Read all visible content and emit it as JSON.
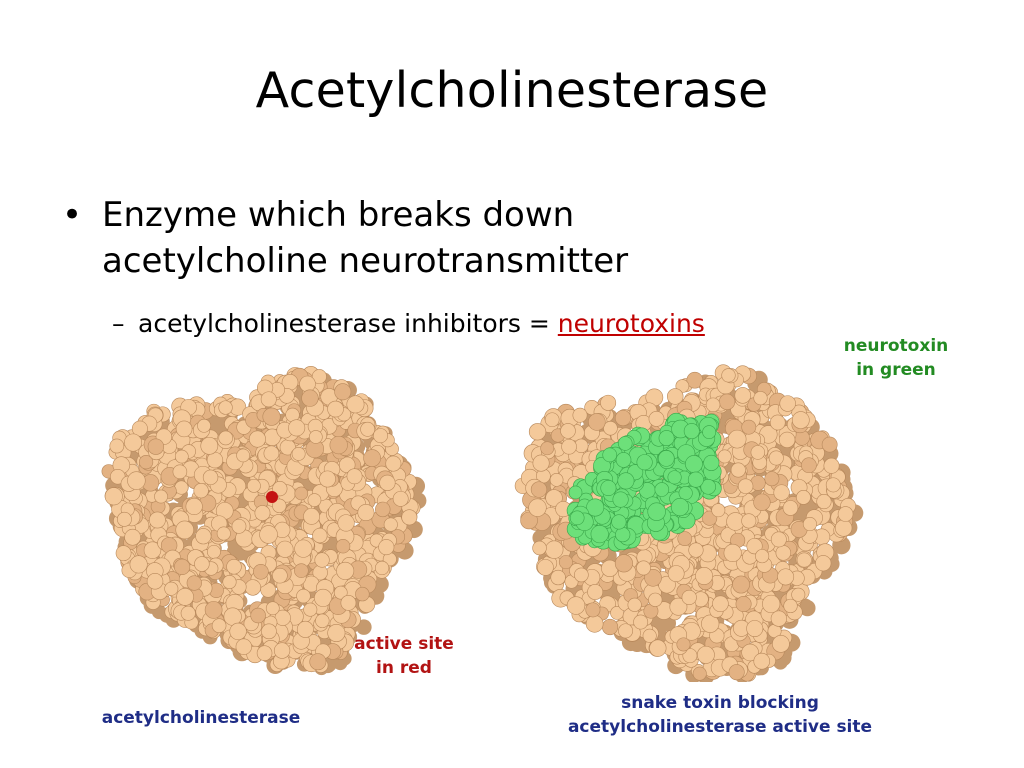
{
  "slide": {
    "title": "Acetylcholinesterase",
    "bullet": {
      "text_line1": "Enzyme which breaks down",
      "text_line2": "acetylcholine neurotransmitter",
      "sub": {
        "dash": "–",
        "text": "acetylcholinesterase inhibitors = ",
        "link": "neurotoxins"
      }
    },
    "labels": {
      "neurotoxin_line1": "neurotoxin",
      "neurotoxin_line2": "in green",
      "active_site_line1": "active site",
      "active_site_line2": "in red",
      "left_caption": "acetylcholinesterase",
      "right_caption_line1": "snake toxin blocking",
      "right_caption_line2": "acetylcholinesterase active site"
    },
    "colors": {
      "protein": "#f4c99a",
      "protein_shadow": "#c69a6e",
      "toxin": "#6de07a",
      "active_site": "#c41212",
      "link": "#c00000"
    }
  }
}
